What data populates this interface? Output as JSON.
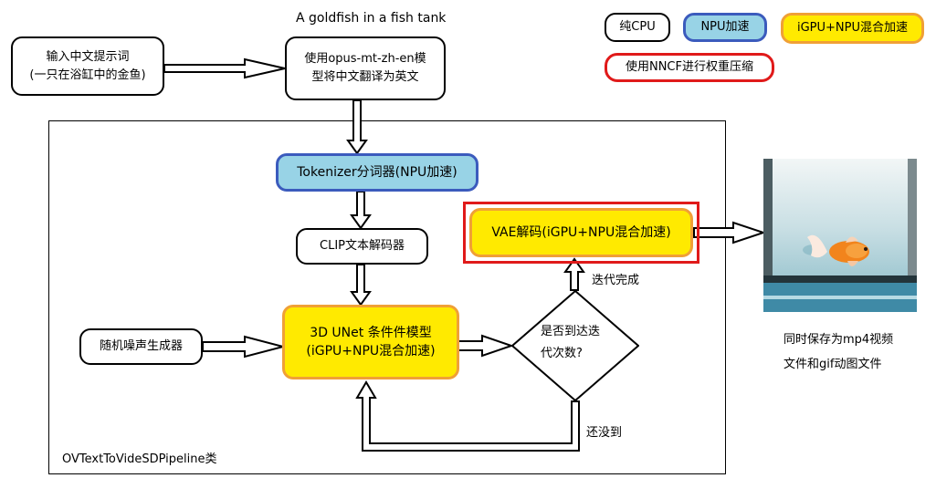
{
  "top_prompt": "A goldfish in a fish tank",
  "legend": {
    "cpu": "纯CPU",
    "npu": "NPU加速",
    "mixed": "iGPU+NPU混合加速",
    "nncf": "使用NNCF进行权重压缩"
  },
  "nodes": {
    "input_line1": "输入中文提示词",
    "input_line2": "(一只在浴缸中的金鱼)",
    "translate_line1": "使用opus-mt-zh-en模",
    "translate_line2": "型将中文翻译为英文",
    "tokenizer": "Tokenizer分词器(NPU加速)",
    "clip": "CLIP文本解码器",
    "vae": "VAE解码(iGPU+NPU混合加速)",
    "unet_line1": "3D UNet 条件件模型",
    "unet_line2": "(iGPU+NPU混合加速)",
    "noise": "随机噪声生成器",
    "decision_line1": "是否到达迭",
    "decision_line2": "代次数?"
  },
  "edge_labels": {
    "done": "迭代完成",
    "not_yet": "还没到"
  },
  "pipeline_label": "OVTextToVideSDPipeline类",
  "output_caption_line1": "同时保存为mp4视频",
  "output_caption_line2": "文件和gif动图文件",
  "colors": {
    "npu_fill": "#98d3e6",
    "npu_border": "#3b5bbd",
    "mixed_fill": "#ffea00",
    "mixed_border": "#f0a036",
    "nncf_border": "#e01a1a"
  }
}
